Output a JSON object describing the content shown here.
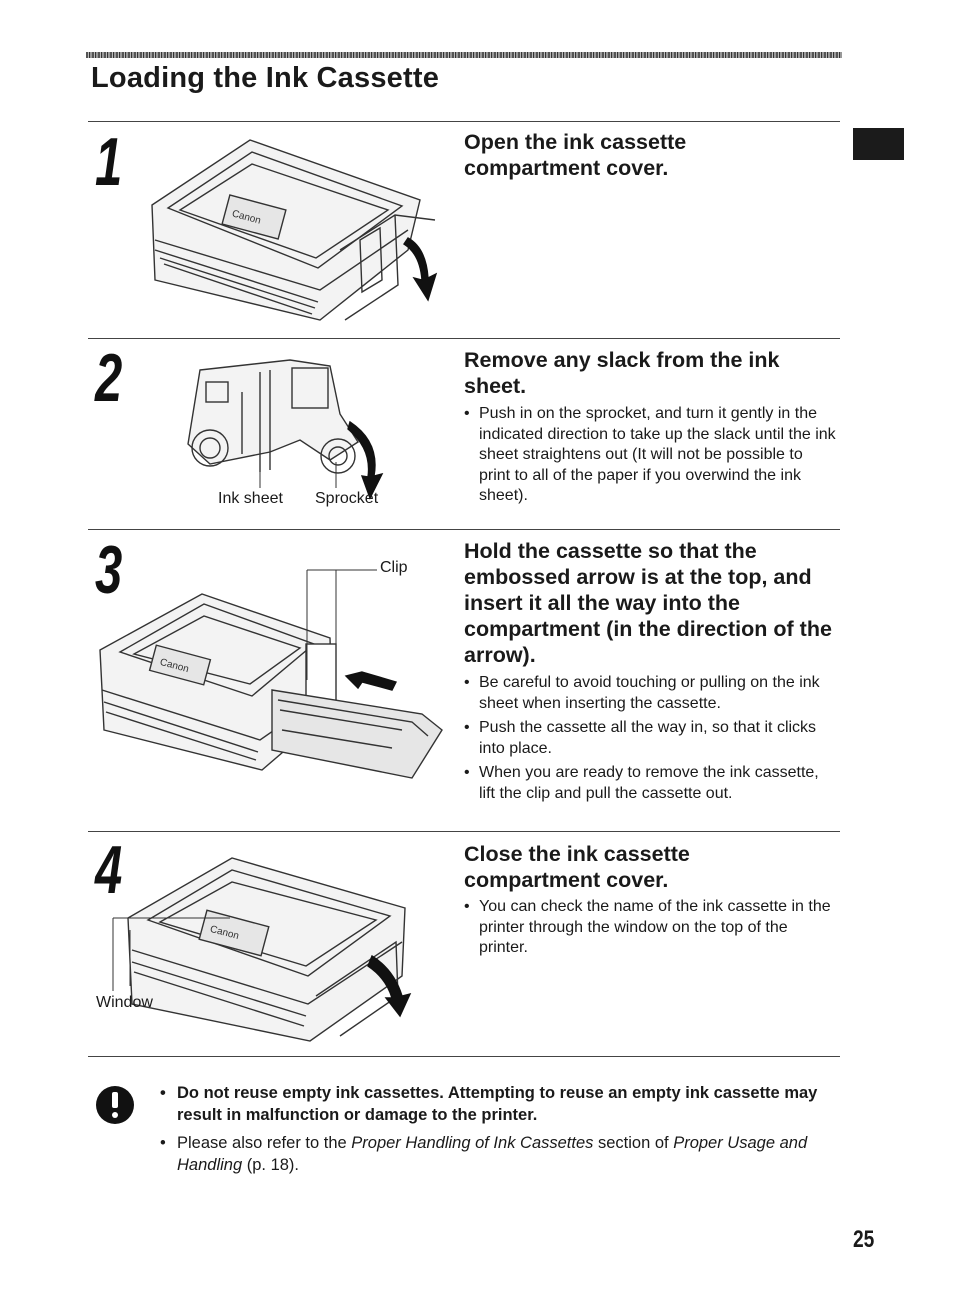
{
  "page": {
    "title": "Loading the Ink Cassette",
    "page_number": "25"
  },
  "steps": [
    {
      "number": "1",
      "heading": "Open the ink cassette compartment cover.",
      "bullets": []
    },
    {
      "number": "2",
      "heading": "Remove any slack from the ink sheet.",
      "bullets": [
        "Push in on the sprocket, and turn it gently in the indicated direction to take up the slack until the ink sheet straightens out (It will not be possible to print to all of the paper if you overwind the ink sheet)."
      ],
      "labels": {
        "ink_sheet": "Ink sheet",
        "sprocket": "Sprocket"
      }
    },
    {
      "number": "3",
      "heading": "Hold the cassette so that the embossed arrow is at the top, and insert it all the way into the compartment (in the direction of the arrow).",
      "bullets": [
        "Be careful to avoid touching or pulling on the ink sheet when inserting the cassette.",
        "Push the cassette all the way in, so that it clicks into place.",
        "When you are ready to remove the ink cassette, lift the clip and pull the cassette out."
      ],
      "labels": {
        "clip": "Clip"
      }
    },
    {
      "number": "4",
      "heading": "Close the ink cassette compartment cover.",
      "bullets": [
        "You can check the name of the ink cassette in the printer through the window on the top of the printer."
      ],
      "labels": {
        "window": "Window"
      }
    }
  ],
  "caution": {
    "icon": "caution-icon",
    "warning": "Do not reuse empty ink cassettes. Attempting to reuse an empty ink cassette may result in malfunction or damage to the printer.",
    "refer_prefix": "Please also refer to the ",
    "refer_section": "Proper Handling of Ink Cassettes",
    "refer_middle": " section of ",
    "refer_doc": "Proper Usage and Handling",
    "refer_suffix": " (p. 18)."
  },
  "printer_logo": "Canon"
}
